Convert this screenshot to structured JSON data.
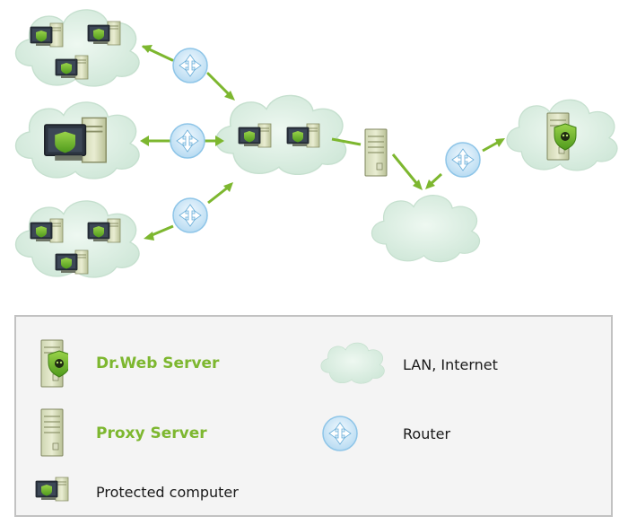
{
  "colors": {
    "accent_green": "#7db72f",
    "cloud_fill": "#d9eddf",
    "router_fill": "#d7ebf8",
    "legend_bg": "#f4f4f4"
  },
  "legend": {
    "drweb_server_label": "Dr.Web Server",
    "proxy_server_label": "Proxy Server",
    "protected_computer_label": "Protected computer",
    "lan_internet_label": "LAN, Internet",
    "router_label": "Router"
  },
  "icons": {
    "drweb_server": "drweb-server-icon",
    "proxy_server": "proxy-server-icon",
    "protected_computer": "protected-computer-icon",
    "cloud": "cloud-icon",
    "router": "router-icon"
  }
}
